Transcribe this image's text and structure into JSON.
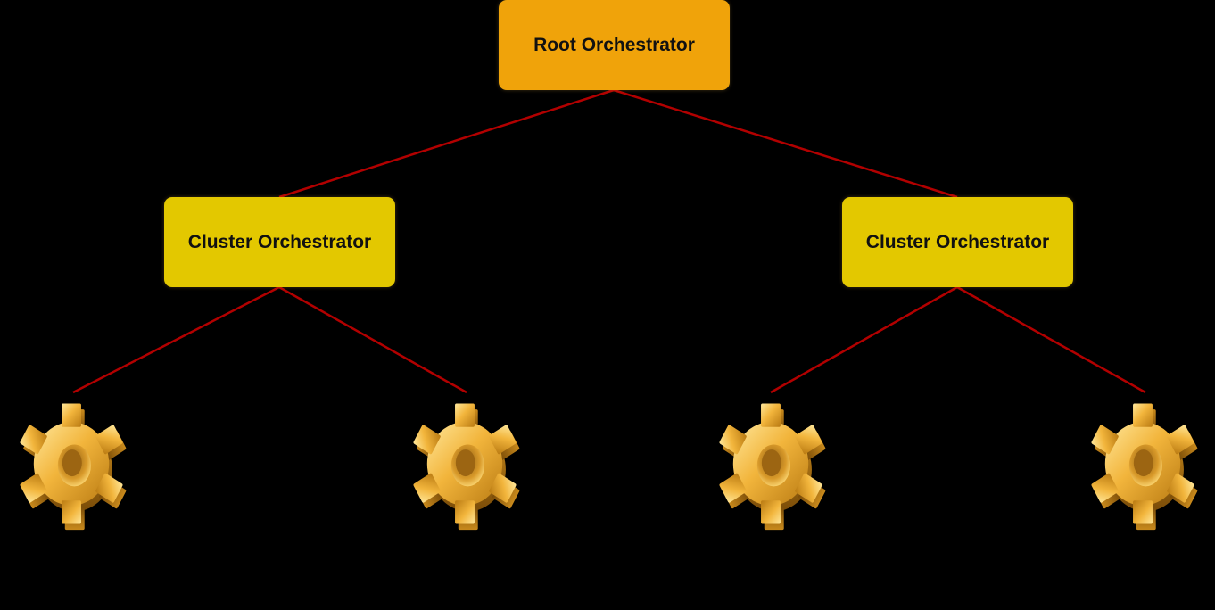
{
  "colors": {
    "background": "#000000",
    "root_node": "#F0A30A",
    "cluster_node": "#E3C800",
    "edge": "#B20000",
    "gear": "#F2B53C"
  },
  "nodes": {
    "root": {
      "label": "Root Orchestrator"
    },
    "cluster_left": {
      "label": "Cluster Orchestrator"
    },
    "cluster_right": {
      "label": "Cluster Orchestrator"
    }
  },
  "workers": [
    {
      "icon": "gear-icon",
      "parent": "cluster_left"
    },
    {
      "icon": "gear-icon",
      "parent": "cluster_left"
    },
    {
      "icon": "gear-icon",
      "parent": "cluster_right"
    },
    {
      "icon": "gear-icon",
      "parent": "cluster_right"
    }
  ],
  "edges": [
    {
      "from": "root",
      "to": "cluster_left"
    },
    {
      "from": "root",
      "to": "cluster_right"
    },
    {
      "from": "cluster_left",
      "to": "worker_1"
    },
    {
      "from": "cluster_left",
      "to": "worker_2"
    },
    {
      "from": "cluster_right",
      "to": "worker_3"
    },
    {
      "from": "cluster_right",
      "to": "worker_4"
    }
  ]
}
